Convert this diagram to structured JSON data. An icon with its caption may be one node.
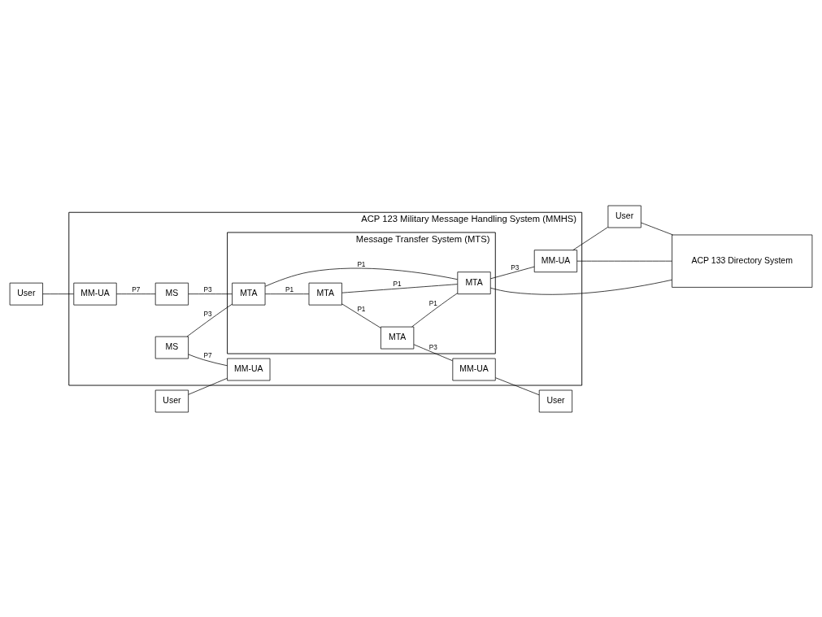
{
  "diagram": {
    "nodes": [
      {
        "text": [
          "User"
        ]
      },
      {
        "text": [
          "ACP 123 Military Message Handling System (MMHS)"
        ]
      },
      {
        "text": [
          "MM-UA"
        ],
        "in": 1
      },
      {
        "text": [
          "MS"
        ],
        "in": 1
      },
      {
        "text": [
          "Message Transfer System (MTS)"
        ],
        "in": 1
      },
      {
        "text": [
          "User"
        ]
      },
      {
        "text": [
          "MM-UA"
        ],
        "in": 1
      },
      {
        "text": [
          "MS"
        ],
        "in": 1
      },
      {
        "text": [
          "MTA"
        ],
        "in": 4
      },
      {
        "text": [
          "MTA"
        ],
        "in": 4
      },
      {
        "text": [
          "MTA"
        ],
        "in": 4
      },
      {
        "text": [
          "MTA"
        ],
        "in": 4
      },
      {
        "text": [
          "MM-UA"
        ],
        "in": 1
      },
      {
        "text": [
          "User"
        ]
      },
      {
        "text": [
          "MM-UA"
        ],
        "in": 1
      },
      {
        "text": [
          "User"
        ]
      },
      {
        "text": [
          "ACP 133 Directory System"
        ]
      }
    ],
    "edges": [
      {
        "from": 0,
        "to": 2,
        "arrow": "none"
      },
      {
        "from": 2,
        "to": 3,
        "arrow": "none",
        "label": "P7"
      },
      {
        "from": 3,
        "to": 8,
        "arrow": "none",
        "label": "P3"
      },
      {
        "from": 10,
        "to": 6,
        "arrow": "none",
        "label": "P3"
      },
      {
        "from": 6,
        "to": 5,
        "arrow": "none"
      },
      {
        "from": 7,
        "to": 8,
        "arrow": "none",
        "label": "P3"
      },
      {
        "from": 8,
        "to": 9,
        "arrow": "none",
        "label": "P1"
      },
      {
        "from": 9,
        "to": 10,
        "arrow": "none",
        "label": "P1"
      },
      {
        "from": 10,
        "to": 11,
        "arrow": "none",
        "label": "P1"
      },
      {
        "from": 9,
        "to": 11,
        "arrow": "none",
        "label": "P1"
      },
      {
        "from": 8,
        "to": 11,
        "arrow": "none",
        "label": "P1"
      },
      {
        "from": 7,
        "to": 12,
        "arrow": "none",
        "label": "P7"
      },
      {
        "from": 13,
        "to": 12,
        "arrow": "none"
      },
      {
        "from": 11,
        "to": 14,
        "arrow": "none",
        "label": "P3"
      },
      {
        "from": 14,
        "to": 15,
        "arrow": "none"
      },
      {
        "from": 11,
        "to": 16,
        "arrow": "none"
      },
      {
        "from": 14,
        "to": 16,
        "arrow": "none"
      },
      {
        "from": 15,
        "to": 16,
        "arrow": "none"
      }
    ]
  }
}
